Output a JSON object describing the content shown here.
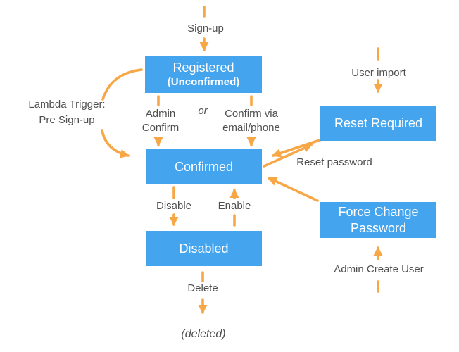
{
  "diagram_title": "user-state-transition-diagram",
  "states": {
    "registered": {
      "lines": [
        "Registered",
        "(Unconfirmed)"
      ]
    },
    "confirmed": {
      "lines": [
        "Confirmed"
      ]
    },
    "disabled": {
      "lines": [
        "Disabled"
      ]
    },
    "reset_required": {
      "lines": [
        "Reset Required"
      ]
    },
    "force_change_password": {
      "lines": [
        "Force Change",
        "Password"
      ]
    }
  },
  "labels": {
    "sign_up": "Sign-up",
    "lambda_trigger": [
      "Lambda Trigger:",
      "Pre Sign-up"
    ],
    "admin_confirm": [
      "Admin",
      "Confirm"
    ],
    "or": "or",
    "confirm_via": [
      "Confirm via",
      "email/phone"
    ],
    "disable": "Disable",
    "enable": "Enable",
    "delete": "Delete",
    "deleted": "(deleted)",
    "user_import": "User import",
    "reset_password": "Reset password",
    "admin_create_user": "Admin Create User"
  },
  "colors": {
    "state_fill": "#45a4ee",
    "arrow": "#f8a746",
    "text": "#4f4f51",
    "state_text": "#ffffff",
    "background": "#ffffff"
  }
}
